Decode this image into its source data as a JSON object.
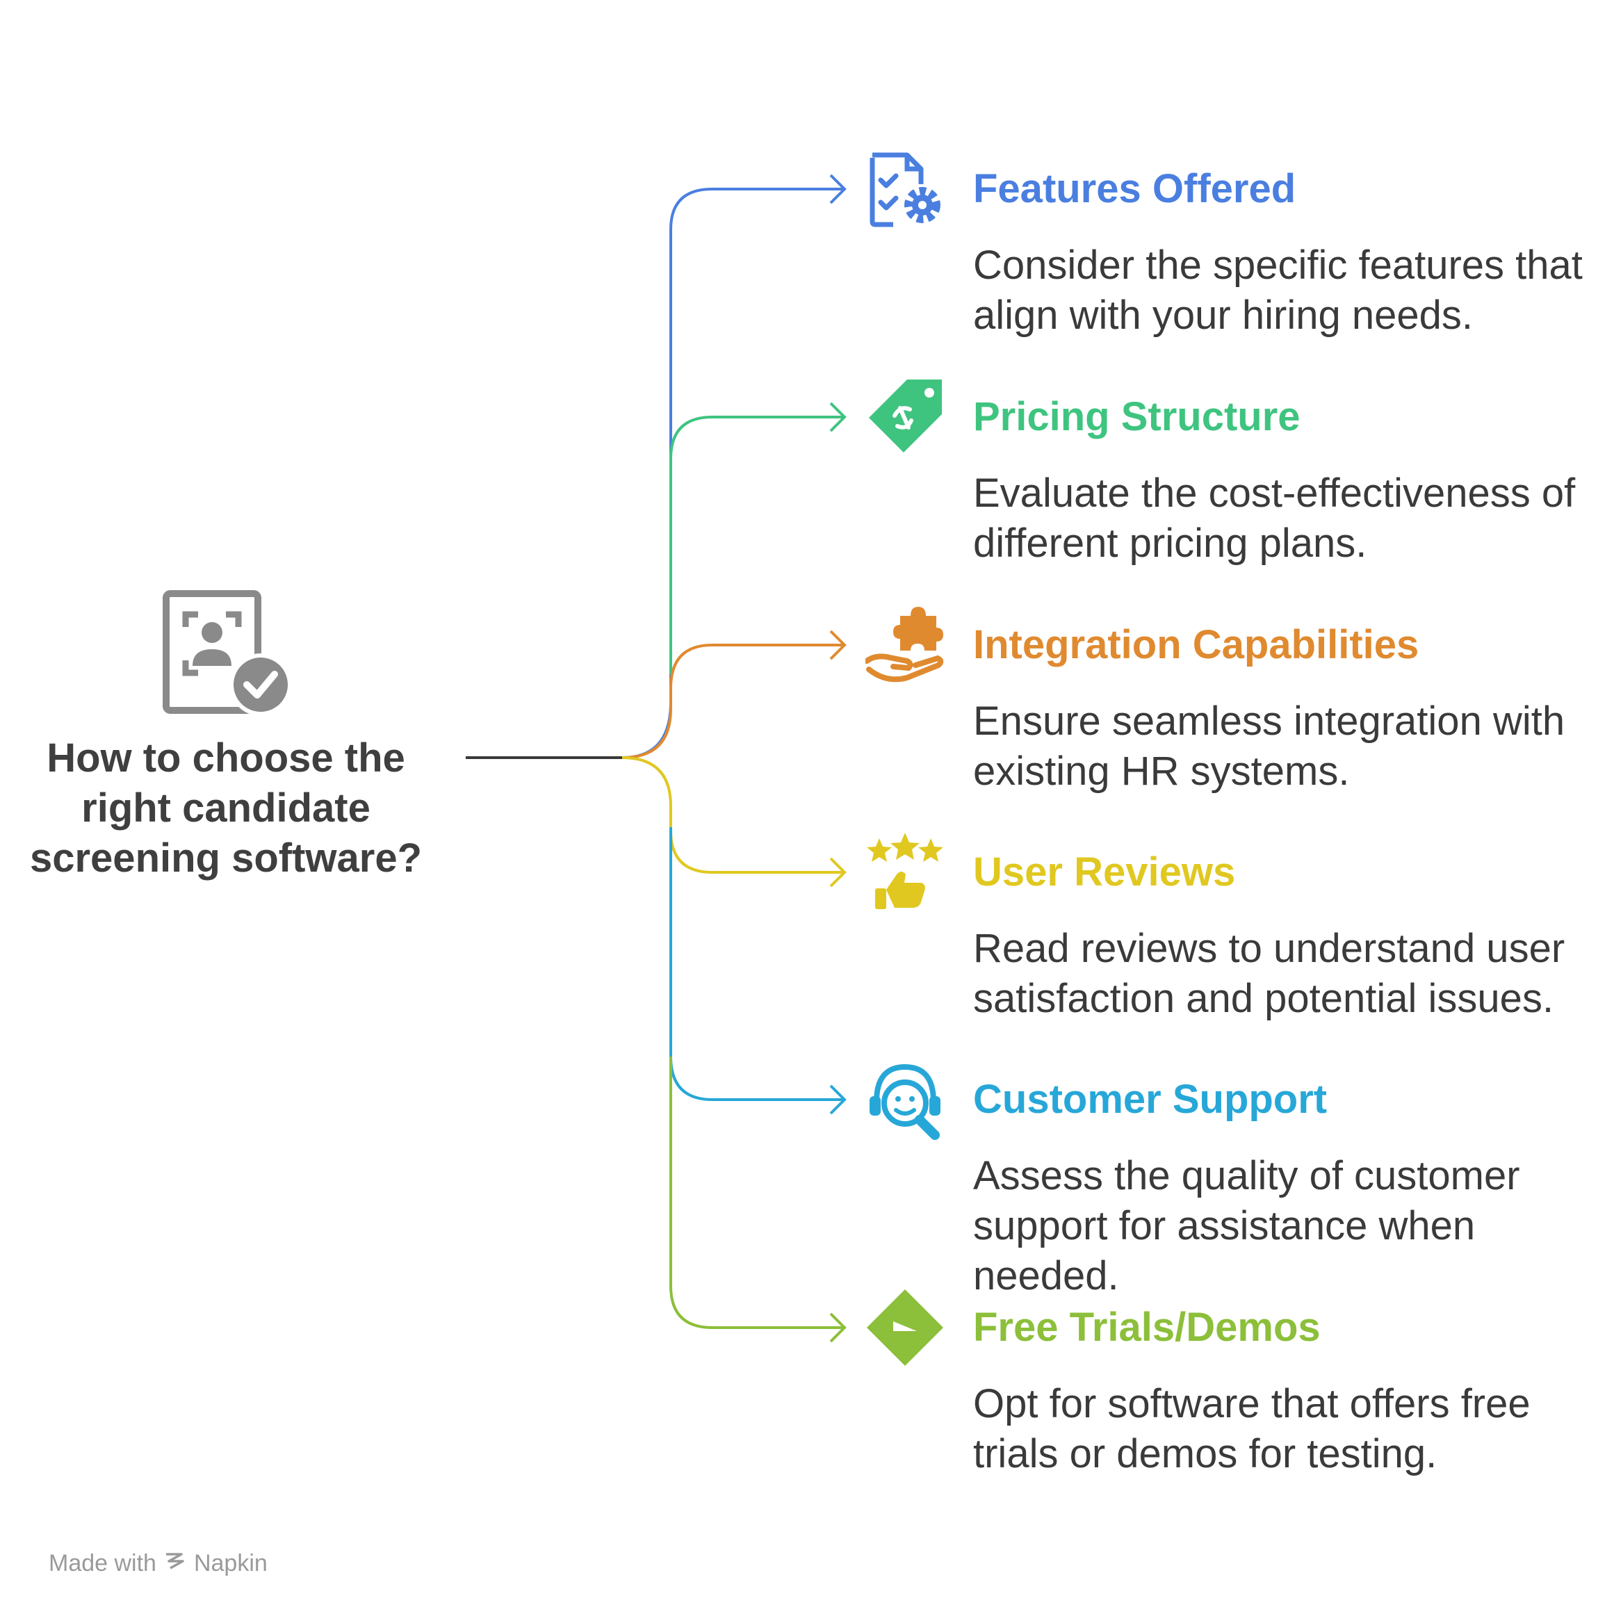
{
  "root": {
    "title": "How to choose the right candidate screening software?",
    "icon": "candidate-profile-check-icon",
    "color": "#8a8a8a"
  },
  "items": [
    {
      "title": "Features Offered",
      "description": "Consider the specific features that align with your hiring needs.",
      "color": "#4a7fe0",
      "icon": "checklist-gear-icon"
    },
    {
      "title": "Pricing Structure",
      "description": "Evaluate the cost-effectiveness of different pricing plans.",
      "color": "#3fc480",
      "icon": "price-tag-icon"
    },
    {
      "title": "Integration Capabilities",
      "description": "Ensure seamless integration with existing HR systems.",
      "color": "#e08a30",
      "icon": "puzzle-hand-icon"
    },
    {
      "title": "User Reviews",
      "description": "Read reviews to understand user satisfaction and potential issues.",
      "color": "#e0c820",
      "icon": "stars-thumbs-up-icon"
    },
    {
      "title": "Customer Support",
      "description": "Assess the quality of customer support for assistance when needed.",
      "color": "#27a7d8",
      "icon": "headset-search-icon"
    },
    {
      "title": "Free Trials/Demos",
      "description": "Opt for software that offers free trials or demos for testing.",
      "color": "#8cbf3a",
      "icon": "diamond-tag-icon"
    }
  ],
  "footer": {
    "prefix": "Made with",
    "brand": "Napkin",
    "icon": "napkin-logo-icon"
  }
}
